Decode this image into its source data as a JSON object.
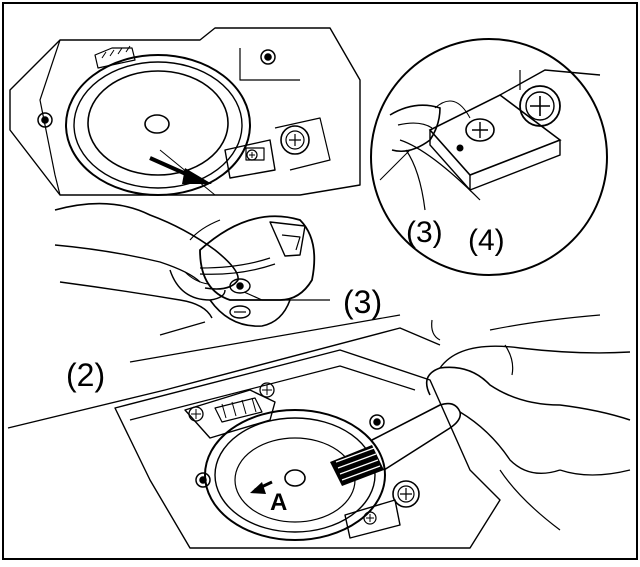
{
  "figure": {
    "callouts": {
      "inset_3": "(3)",
      "inset_4": "(4)",
      "part_3": "(3)",
      "part_2": "(2)",
      "point_a": "A"
    }
  }
}
